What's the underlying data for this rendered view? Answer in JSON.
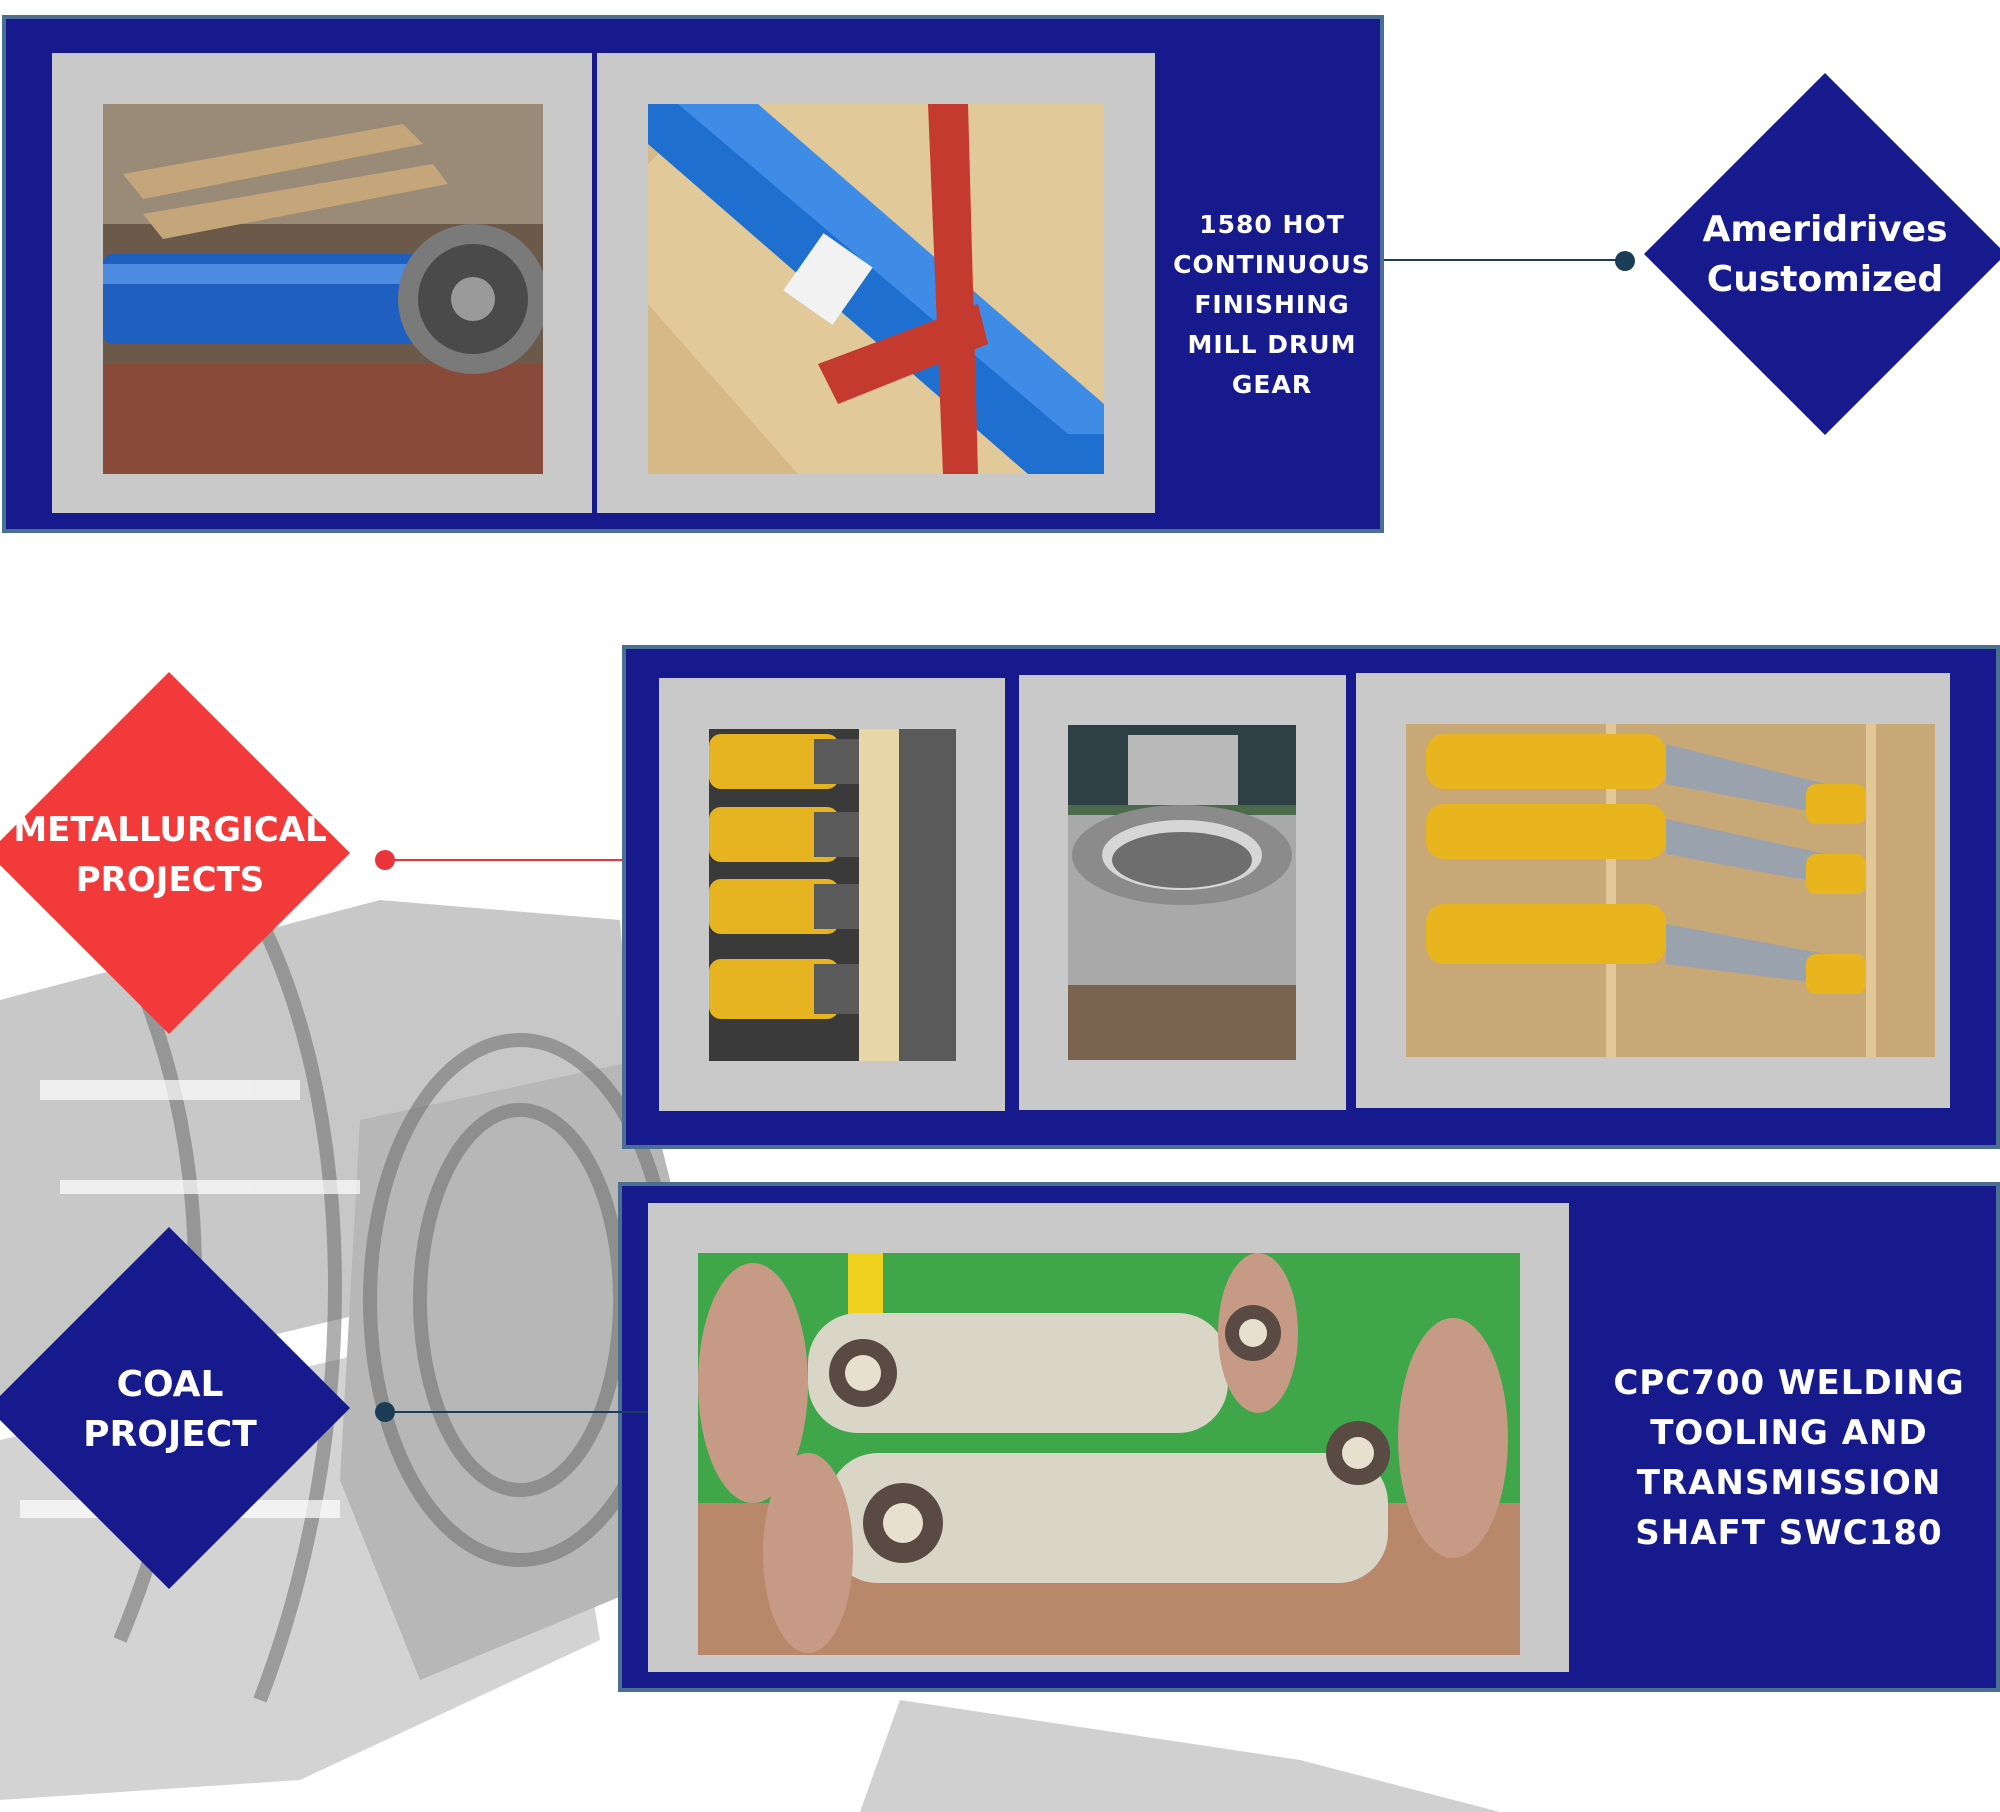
{
  "top_section": {
    "caption_lines": [
      "1580 HOT",
      "CONTINUOUS",
      "FINISHING",
      "MILL DRUM",
      "GEAR"
    ],
    "tag_lines": [
      "Ameridrives",
      "Customized"
    ]
  },
  "metallurgical_section": {
    "tag_lines": [
      "METALLURGICAL",
      "PROJECTS"
    ]
  },
  "coal_section": {
    "tag_lines": [
      "COAL",
      "PROJECT"
    ],
    "caption_lines": [
      "CPC700 WELDING",
      "TOOLING AND",
      "TRANSMISSION",
      "SHAFT SWC180"
    ]
  },
  "colors": {
    "panel_blue": "#161a8c",
    "panel_border": "#4a6f93",
    "tag_red": "#f23a3a",
    "frame_gray": "#c9c9c9",
    "connector_dark": "#1b3d57",
    "connector_red": "#e8343a"
  },
  "photos": [
    "blue-drum-gear-shaft-photo",
    "blue-shaft-in-crate-photo",
    "yellow-cardan-shafts-photo",
    "steel-gear-sleeve-photo",
    "yellow-shafts-in-crate-photo",
    "white-cardan-shafts-photo"
  ]
}
